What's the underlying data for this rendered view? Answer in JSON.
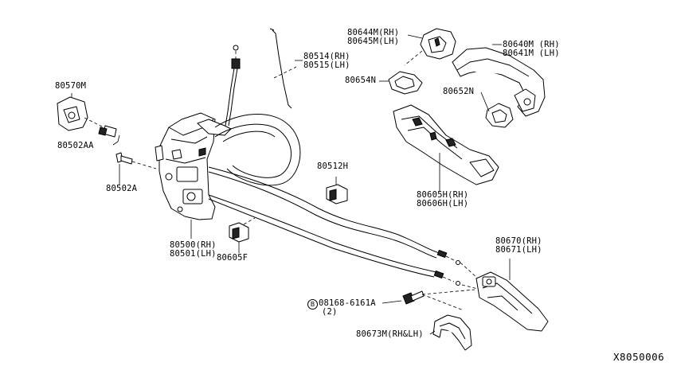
{
  "labels": {
    "p80570M": "80570M",
    "p80502AA": "80502AA",
    "p80502A": "80502A",
    "p80514": "80514(RH)",
    "p80515": "80515(LH)",
    "p80644M": "80644M(RH)",
    "p80645M": "80645M(LH)",
    "p80654N": "80654N",
    "p80640M": "80640M (RH)",
    "p80641M": "80641M (LH)",
    "p80652N": "80652N",
    "p80512H": "80512H",
    "p80605H": "80605H(RH)",
    "p80606H": "80606H(LH)",
    "p80500": "80500(RH)",
    "p80501": "80501(LH)",
    "p80605F": "80605F",
    "p80670": "80670(RH)",
    "p80671": "80671(LH)",
    "p08168": "08168-6161A",
    "p08168qty": "(2)",
    "p80673M": "80673M(RH&LH)"
  },
  "bolt_symbol": "B",
  "diagram_id": "X8050006"
}
